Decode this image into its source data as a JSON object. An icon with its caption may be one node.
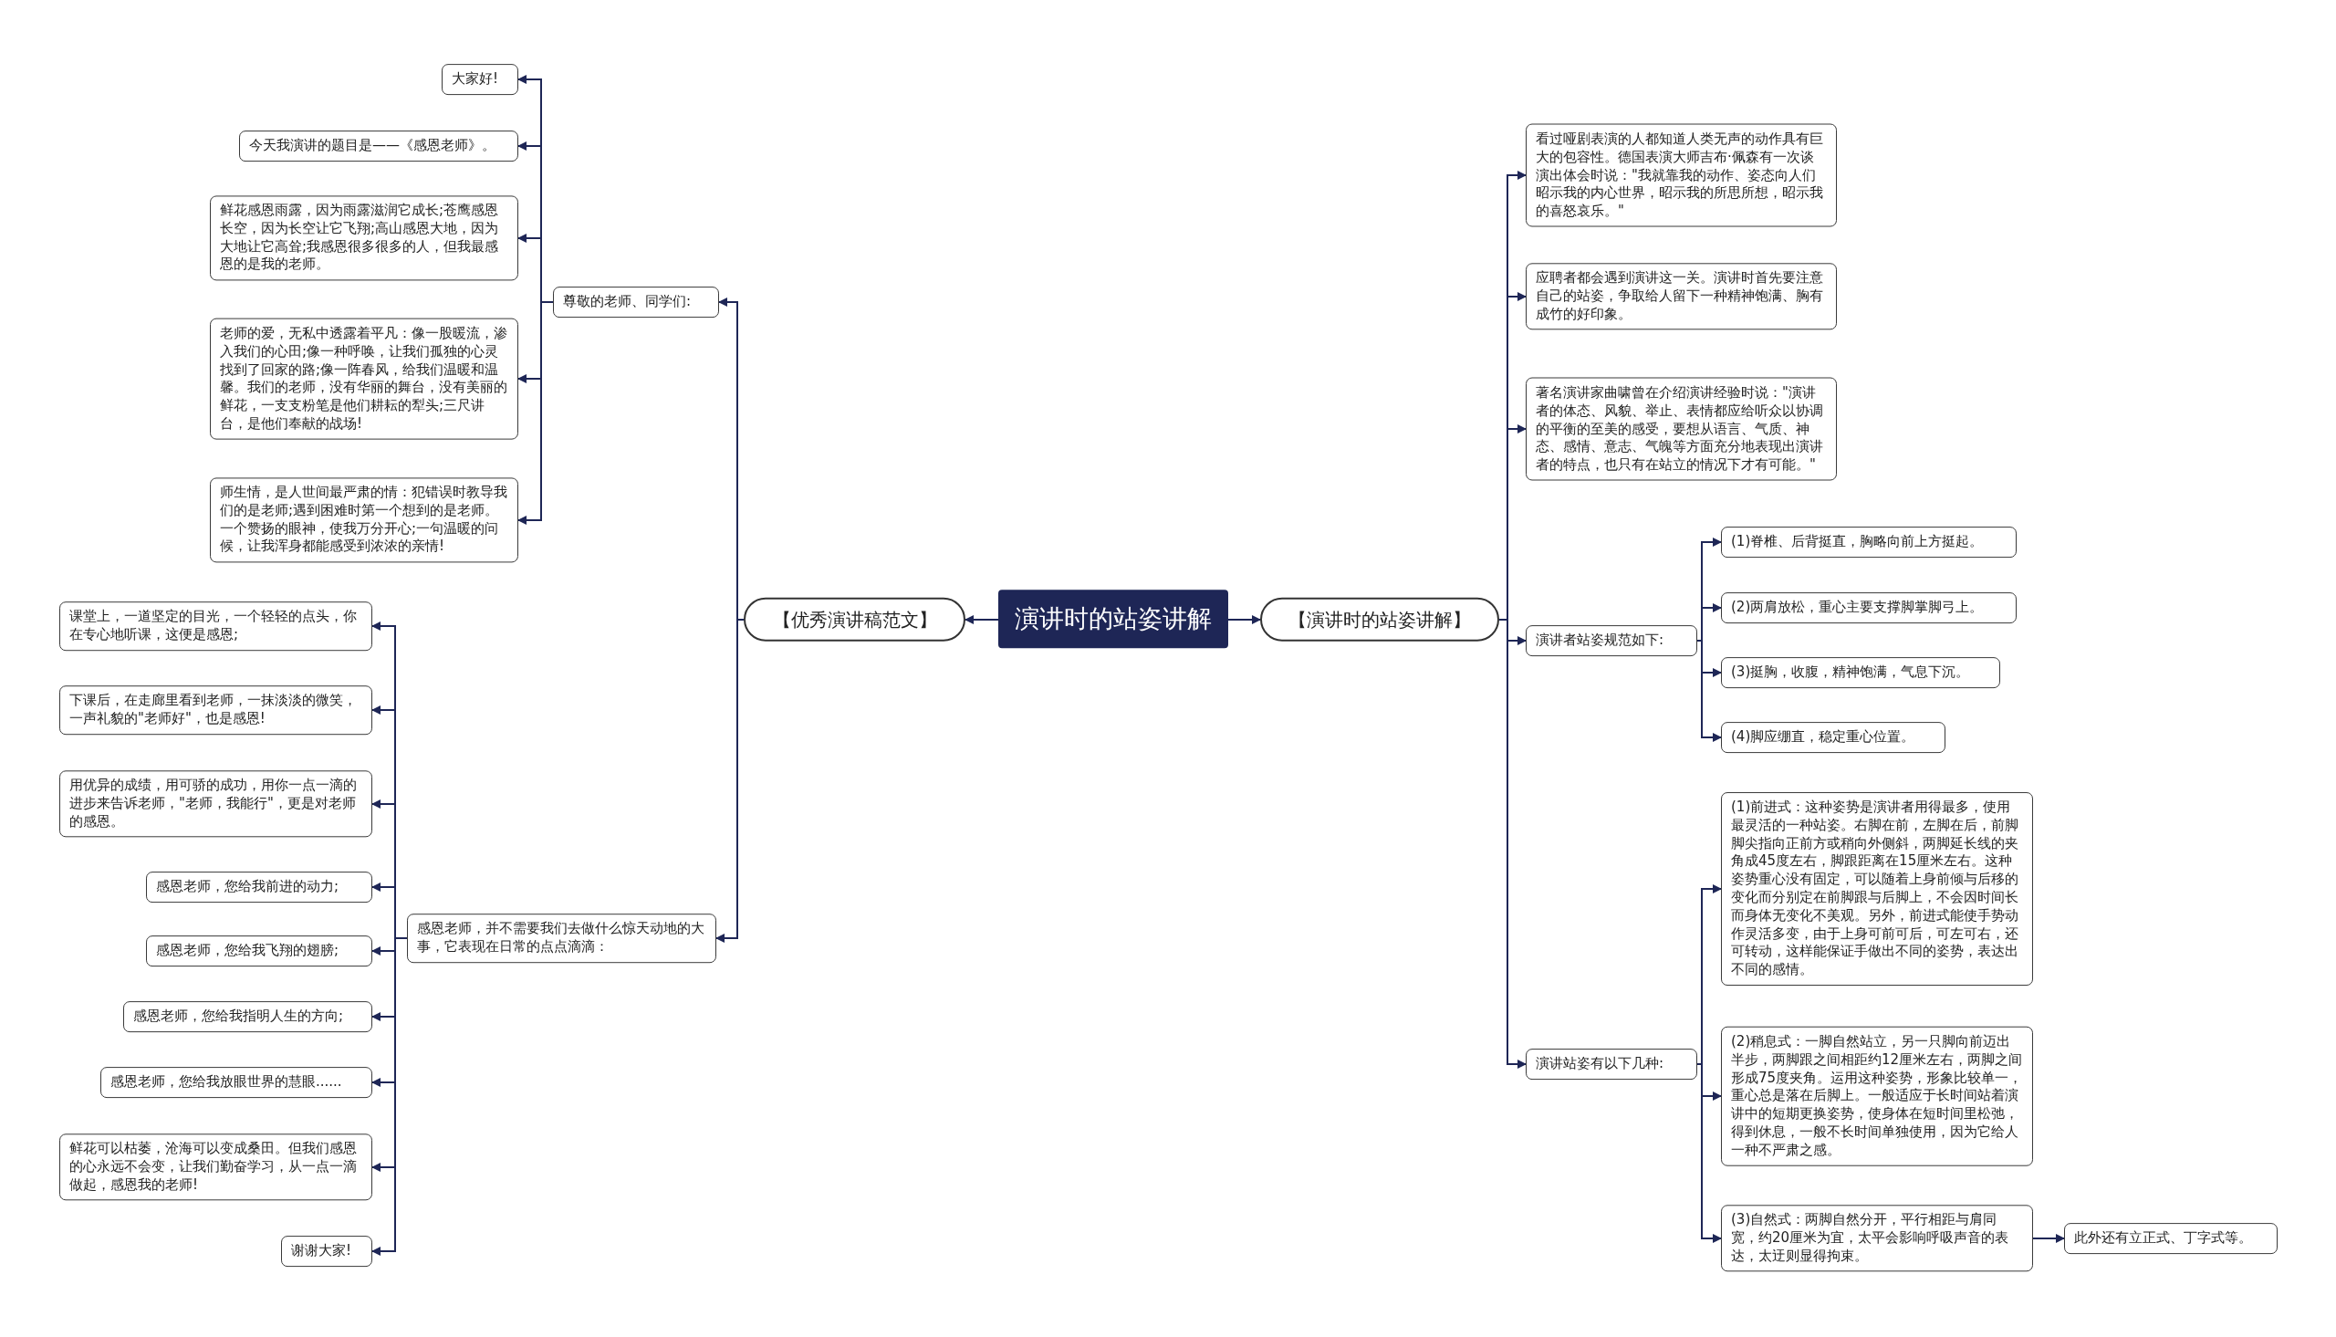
{
  "diagram": {
    "nodes": [
      {
        "text": [
          "演讲时的站姿讲解"
        ]
      },
      {
        "text": [
          "【优秀演讲稿范文】"
        ]
      },
      {
        "text": [
          "尊敬的老师、同学们:"
        ]
      },
      {
        "text": [
          "大家好!"
        ]
      },
      {
        "text": [
          "今天我演讲的题目是——《感恩老师》。"
        ]
      },
      {
        "text": [
          "鲜花感恩雨露，因为雨露滋润它成长;苍鹰感恩长空，因为长空让它飞翔;高山感恩大地，因为大地让它高耸;我感恩很多很多的人，但我最感恩的是我的老师。"
        ]
      },
      {
        "text": [
          "老师的爱，无私中透露着平凡：像一股暖流，渗入我们的心田;像一种呼唤，让我们孤独的心灵找到了回家的路;像一阵春风，给我们温暖和温馨。我们的老师，没有华丽的舞台，没有美丽的鲜花，一支支粉笔是他们耕耘的犁头;三尺讲台，是他们奉献的战场!"
        ]
      },
      {
        "text": [
          "师生情，是人世间最严肃的情：犯错误时教导我们的是老师;遇到困难时第一个想到的是老师。一个赞扬的眼神，使我万分开心;一句温暖的问候，让我浑身都能感受到浓浓的亲情!"
        ]
      },
      {
        "text": [
          "感恩老师，并不需要我们去做什么惊天动地的大事，它表现在日常的点点滴滴："
        ]
      },
      {
        "text": [
          "课堂上，一道坚定的目光，一个轻轻的点头，你在专心地听课，这便是感恩;"
        ]
      },
      {
        "text": [
          "下课后，在走廊里看到老师，一抹淡淡的微笑，一声礼貌的\"老师好\"，也是感恩!"
        ]
      },
      {
        "text": [
          "用优异的成绩，用可骄的成功，用你一点一滴的进步来告诉老师，\"老师，我能行\"，更是对老师的感恩。"
        ]
      },
      {
        "text": [
          "感恩老师，您给我前进的动力;"
        ]
      },
      {
        "text": [
          "感恩老师，您给我飞翔的翅膀;"
        ]
      },
      {
        "text": [
          "感恩老师，您给我指明人生的方向;"
        ]
      },
      {
        "text": [
          "感恩老师，您给我放眼世界的慧眼......"
        ]
      },
      {
        "text": [
          "鲜花可以枯萎，沧海可以变成桑田。但我们感恩的心永远不会变，让我们勤奋学习，从一点一滴做起，感恩我的老师!"
        ]
      },
      {
        "text": [
          "谢谢大家!"
        ]
      },
      {
        "text": [
          "【演讲时的站姿讲解】"
        ]
      },
      {
        "text": [
          "看过哑剧表演的人都知道人类无声的动作具有巨大的包容性。德国表演大师吉布·佩森有一次谈演出体会时说：\"我就靠我的动作、姿态向人们昭示我的内心世界，昭示我的所思所想，昭示我的喜怒哀乐。\""
        ]
      },
      {
        "text": [
          "应聘者都会遇到演讲这一关。演讲时首先要注意自己的站姿，争取给人留下一种精神饱满、胸有成竹的好印象。"
        ]
      },
      {
        "text": [
          "著名演讲家曲啸曾在介绍演讲经验时说：\"演讲者的体态、风貌、举止、表情都应给听众以协调的平衡的至美的感受，要想从语言、气质、神态、感情、意志、气魄等方面充分地表现出演讲者的特点，也只有在站立的情况下才有可能。\""
        ]
      },
      {
        "text": [
          "演讲者站姿规范如下:"
        ]
      },
      {
        "text": [
          "(1)脊椎、后背挺直，胸略向前上方挺起。"
        ]
      },
      {
        "text": [
          "(2)两肩放松，重心主要支撑脚掌脚弓上。"
        ]
      },
      {
        "text": [
          "(3)挺胸，收腹，精神饱满，气息下沉。"
        ]
      },
      {
        "text": [
          "(4)脚应绷直，稳定重心位置。"
        ]
      },
      {
        "text": [
          "演讲站姿有以下几种:"
        ]
      },
      {
        "text": [
          "(1)前进式：这种姿势是演讲者用得最多，使用最灵活的一种站姿。右脚在前，左脚在后，前脚脚尖指向正前方或稍向外侧斜，两脚延长线的夹角成45度左右，脚跟距离在15厘米左右。这种姿势重心没有固定，可以随着上身前倾与后移的变化而分别定在前脚跟与后脚上，不会因时间长而身体无变化不美观。另外，前进式能使手势动作灵活多变，由于上身可前可后，可左可右，还可转动，这样能保证手做出不同的姿势，表达出不同的感情。"
        ]
      },
      {
        "text": [
          "(2)稍息式：一脚自然站立，另一只脚向前迈出半步，两脚跟之间相距约12厘米左右，两脚之间形成75度夹角。运用这种姿势，形象比较单一，重心总是落在后脚上。一般适应于长时间站着演讲中的短期更换姿势，使身体在短时间里松弛，得到休息，一般不长时间单独使用，因为它给人一种不严肃之感。"
        ]
      },
      {
        "text": [
          "(3)自然式：两脚自然分开，平行相距与肩同宽，约20厘米为宜，太平会影响呼吸声音的表达，太迂则显得拘束。"
        ]
      },
      {
        "text": [
          "此外还有立正式、丁字式等。"
        ]
      }
    ],
    "edges": [
      {
        "from": 0,
        "to": 1,
        "arrow": "to"
      },
      {
        "from": 1,
        "to": 2,
        "arrow": "to"
      },
      {
        "from": 2,
        "to": 3,
        "arrow": "to"
      },
      {
        "from": 2,
        "to": 4,
        "arrow": "to"
      },
      {
        "from": 2,
        "to": 5,
        "arrow": "to"
      },
      {
        "from": 2,
        "to": 6,
        "arrow": "to"
      },
      {
        "from": 2,
        "to": 7,
        "arrow": "to"
      },
      {
        "from": 1,
        "to": 8,
        "arrow": "to"
      },
      {
        "from": 8,
        "to": 9,
        "arrow": "to"
      },
      {
        "from": 8,
        "to": 10,
        "arrow": "to"
      },
      {
        "from": 8,
        "to": 11,
        "arrow": "to"
      },
      {
        "from": 8,
        "to": 12,
        "arrow": "to"
      },
      {
        "from": 8,
        "to": 13,
        "arrow": "to"
      },
      {
        "from": 8,
        "to": 14,
        "arrow": "to"
      },
      {
        "from": 8,
        "to": 15,
        "arrow": "to"
      },
      {
        "from": 8,
        "to": 16,
        "arrow": "to"
      },
      {
        "from": 8,
        "to": 17,
        "arrow": "to"
      },
      {
        "from": 0,
        "to": 18,
        "arrow": "to"
      },
      {
        "from": 18,
        "to": 19,
        "arrow": "to"
      },
      {
        "from": 18,
        "to": 20,
        "arrow": "to"
      },
      {
        "from": 18,
        "to": 21,
        "arrow": "to"
      },
      {
        "from": 18,
        "to": 22,
        "arrow": "to"
      },
      {
        "from": 22,
        "to": 23,
        "arrow": "to"
      },
      {
        "from": 22,
        "to": 24,
        "arrow": "to"
      },
      {
        "from": 22,
        "to": 25,
        "arrow": "to"
      },
      {
        "from": 22,
        "to": 26,
        "arrow": "to"
      },
      {
        "from": 18,
        "to": 27,
        "arrow": "to"
      },
      {
        "from": 27,
        "to": 28,
        "arrow": "to"
      },
      {
        "from": 27,
        "to": 29,
        "arrow": "to"
      },
      {
        "from": 27,
        "to": 30,
        "arrow": "to"
      },
      {
        "from": 30,
        "to": 31,
        "arrow": "to"
      }
    ]
  }
}
